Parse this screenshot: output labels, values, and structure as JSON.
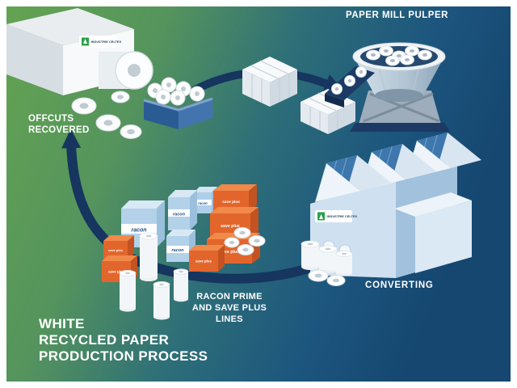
{
  "colors": {
    "gradient_left_green": "#61a050",
    "gradient_right_blue": "#154770",
    "arrow_navy": "#16355f",
    "pack_blue": "#b3d2ea",
    "box_orange": "#e2662c",
    "label_white": "#ffffff"
  },
  "title": {
    "line1": "WHITE",
    "line2": "RECYCLED PAPER",
    "line3": "PRODUCTION PROCESS"
  },
  "stages": {
    "offcuts": {
      "line1": "OFFCUTS",
      "line2": "RECOVERED"
    },
    "pulper_label": "PAPER MILL PULPER",
    "converting_label": "CONVERTING",
    "product_lines": {
      "line1": "RACON PRIME",
      "line2": "AND SAVE PLUS",
      "line3": "LINES"
    }
  },
  "brand": {
    "name": "INDUSTRIE CELTEX"
  },
  "packaging": {
    "racon": "racon",
    "save_plus": "save plus"
  }
}
